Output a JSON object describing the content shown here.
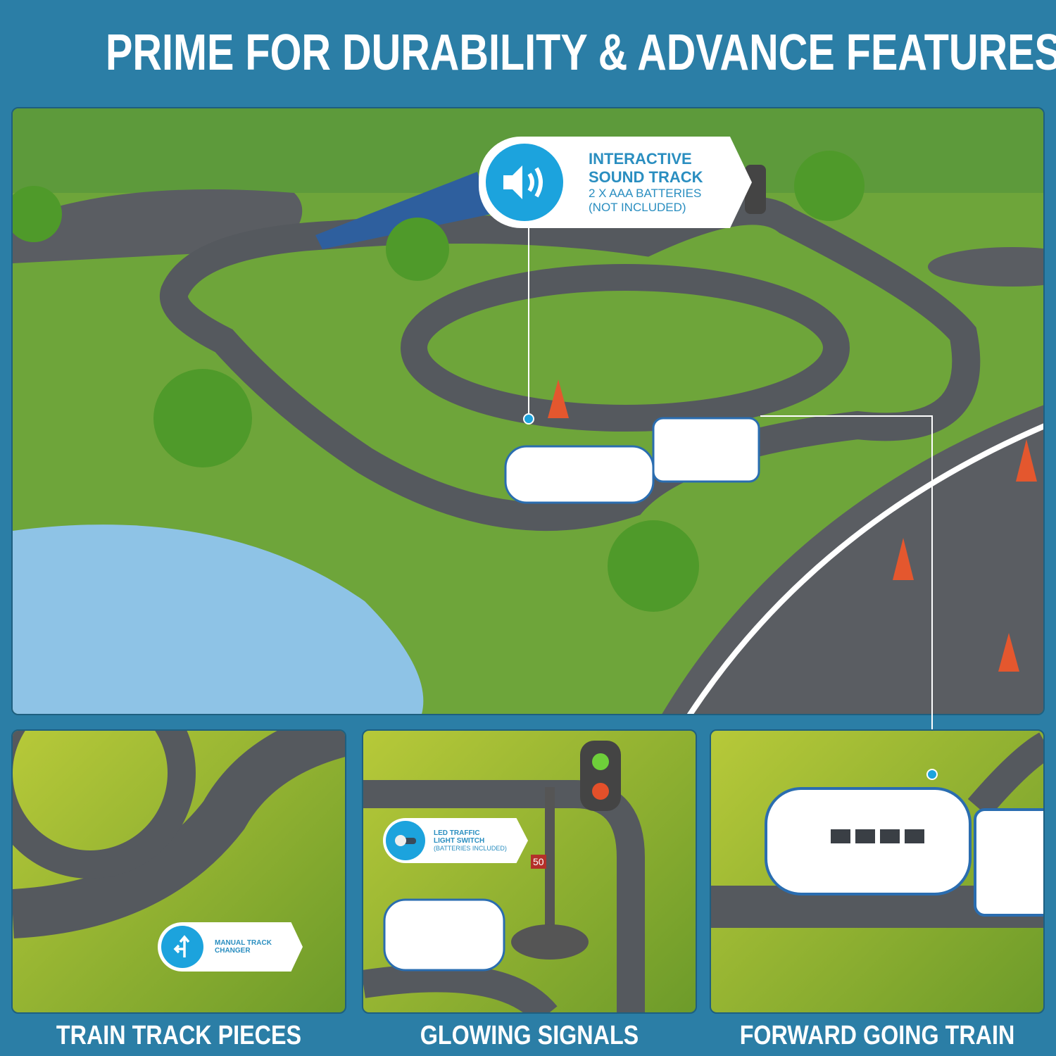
{
  "title": "PRIME FOR DURABILITY & ADVANCE FEATURES",
  "main_callout": {
    "title_line1": "INTERACTIVE",
    "title_line2": "SOUND TRACK",
    "sub_line1": "2 X AAA BATTERIES",
    "sub_line2": "(NOT INCLUDED)",
    "icon": "speaker-icon"
  },
  "panels": [
    {
      "caption": "TRAIN TRACK PIECES",
      "callout_line1": "MANUAL TRACK",
      "callout_line2": "CHANGER",
      "icon": "track-switch-arrow-icon"
    },
    {
      "caption": "GLOWING SIGNALS",
      "callout_line1": "LED TRAFFIC",
      "callout_line2": "LIGHT SWITCH",
      "callout_sub": "(BATTERIES INCLUDED)",
      "icon": "toggle-switch-icon",
      "speed_sign": "50"
    },
    {
      "caption": "FORWARD GOING TRAIN"
    }
  ],
  "colors": {
    "background": "#2b7ea6",
    "accent": "#1ca3dd",
    "grass": "#6ea53a",
    "track": "#55595e",
    "water": "#8ec3e6"
  }
}
